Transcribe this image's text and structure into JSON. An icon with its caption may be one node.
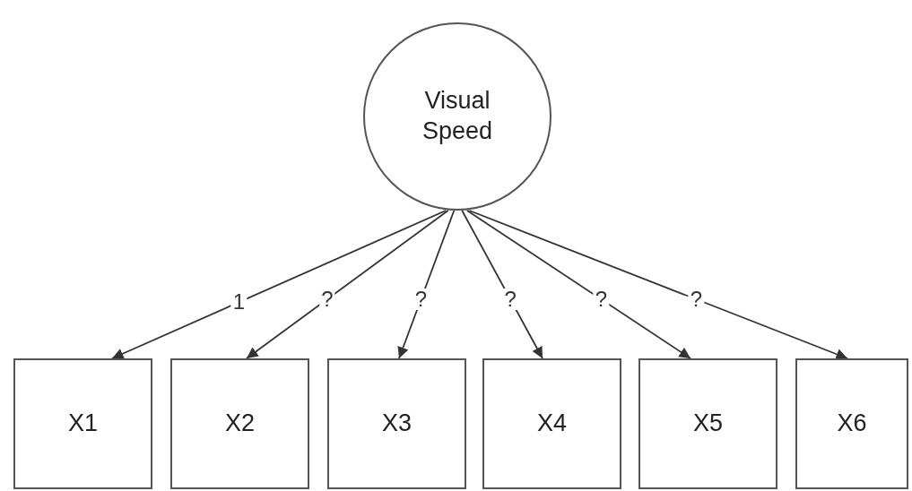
{
  "diagram": {
    "nodes": [
      {
        "text": [
          "Visual Speed"
        ]
      },
      {
        "text": [
          "X1"
        ]
      },
      {
        "text": [
          "X2"
        ]
      },
      {
        "text": [
          "X3"
        ]
      },
      {
        "text": [
          "X4"
        ]
      },
      {
        "text": [
          "X5"
        ]
      },
      {
        "text": [
          "X6"
        ]
      }
    ],
    "edges": [
      {
        "from": 0,
        "to": 1,
        "arrow": "to",
        "label": "1"
      },
      {
        "from": 0,
        "to": 2,
        "arrow": "to",
        "label": "?"
      },
      {
        "from": 0,
        "to": 3,
        "arrow": "to",
        "label": "?"
      },
      {
        "from": 0,
        "to": 4,
        "arrow": "to",
        "label": "?"
      },
      {
        "from": 0,
        "to": 5,
        "arrow": "to",
        "label": "?"
      },
      {
        "from": 0,
        "to": 6,
        "arrow": "to",
        "label": "?"
      }
    ]
  }
}
